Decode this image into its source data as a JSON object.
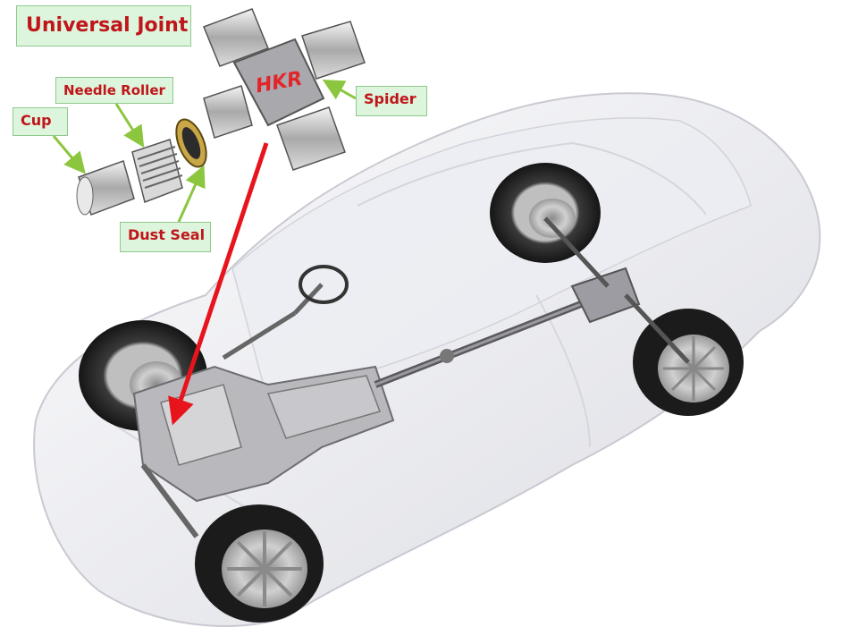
{
  "labels": {
    "title": "Universal Joint",
    "needle_roller": "Needle Roller",
    "cup": "Cup",
    "spider": "Spider",
    "dust_seal": "Dust Seal",
    "brand": "HKR"
  },
  "colors": {
    "label_bg": "#ddf5dc",
    "label_text": "#c0151b",
    "arrow_red": "#e8141c",
    "arrow_green": "#8cc63f"
  }
}
